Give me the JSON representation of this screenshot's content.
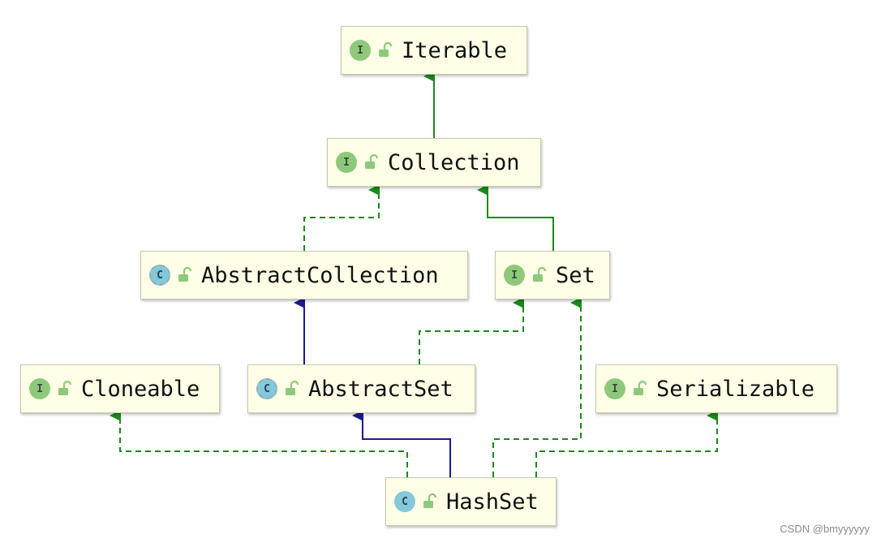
{
  "nodes": {
    "iterable": {
      "label": "Iterable",
      "kind": "interface",
      "badge": "I"
    },
    "collection": {
      "label": "Collection",
      "kind": "interface",
      "badge": "I"
    },
    "abstract_collection": {
      "label": "AbstractCollection",
      "kind": "abstract-class",
      "badge": "C"
    },
    "set": {
      "label": "Set",
      "kind": "interface",
      "badge": "I"
    },
    "cloneable": {
      "label": "Cloneable",
      "kind": "interface",
      "badge": "I"
    },
    "abstract_set": {
      "label": "AbstractSet",
      "kind": "abstract-class",
      "badge": "C"
    },
    "serializable": {
      "label": "Serializable",
      "kind": "interface",
      "badge": "I"
    },
    "hashset": {
      "label": "HashSet",
      "kind": "class",
      "badge": "C"
    }
  },
  "edges": [
    {
      "from": "collection",
      "to": "iterable",
      "type": "extends-interface"
    },
    {
      "from": "abstract_collection",
      "to": "collection",
      "type": "implements"
    },
    {
      "from": "set",
      "to": "collection",
      "type": "extends-interface"
    },
    {
      "from": "abstract_set",
      "to": "abstract_collection",
      "type": "extends-class"
    },
    {
      "from": "abstract_set",
      "to": "set",
      "type": "implements"
    },
    {
      "from": "hashset",
      "to": "abstract_set",
      "type": "extends-class"
    },
    {
      "from": "hashset",
      "to": "cloneable",
      "type": "implements"
    },
    {
      "from": "hashset",
      "to": "set",
      "type": "implements"
    },
    {
      "from": "hashset",
      "to": "serializable",
      "type": "implements"
    }
  ],
  "colors": {
    "interface_edge": "#1a8a1a",
    "class_edge": "#1b1b8f",
    "node_fill": "#ffffe7"
  },
  "watermark": "CSDN @bmyyyyyy"
}
